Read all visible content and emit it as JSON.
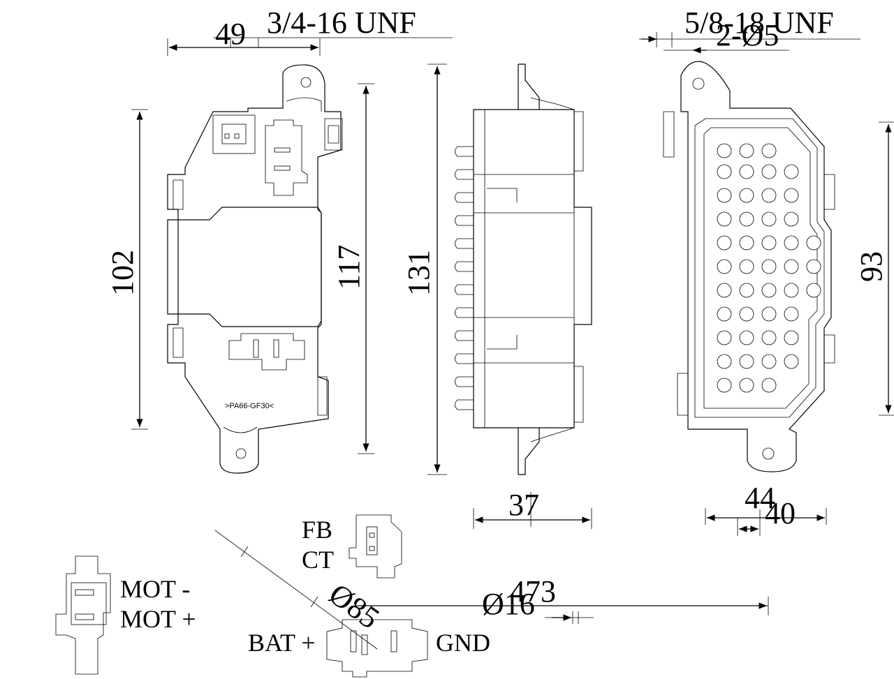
{
  "dimensions": {
    "d49": "49",
    "thread_a": "3/4-16 UNF",
    "thread_b": "5/8-18 UNF",
    "holes": "2-Ø5",
    "d102": "102",
    "d117": "117",
    "d131": "131",
    "d93": "93",
    "d37": "37",
    "d44": "44",
    "d40": "40",
    "d473": "473",
    "d16": "Ø16",
    "d85": "Ø85"
  },
  "material_marking": ">PA66-GF30<",
  "pin_labels": {
    "fb": "FB",
    "ct": "CT",
    "mot_minus": "MOT -",
    "mot_plus": "MOT +",
    "bat_plus": "BAT +",
    "gnd": "GND"
  }
}
